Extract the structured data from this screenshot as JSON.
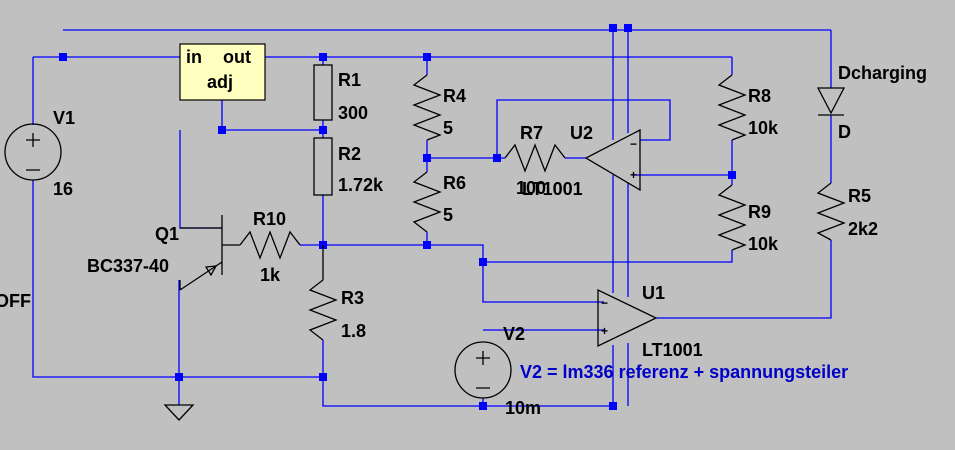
{
  "regulator": {
    "in_pin": "in",
    "out_pin": "out",
    "adj_pin": "adj"
  },
  "v1": {
    "name": "V1",
    "value": "16"
  },
  "v2": {
    "name": "V2",
    "value": "10m"
  },
  "r1": {
    "name": "R1",
    "value": "300"
  },
  "r2": {
    "name": "R2",
    "value": "1.72k"
  },
  "r3": {
    "name": "R3",
    "value": "1.8"
  },
  "r4": {
    "name": "R4",
    "value": "5"
  },
  "r5": {
    "name": "R5",
    "value": "2k2"
  },
  "r6": {
    "name": "R6",
    "value": "5"
  },
  "r7": {
    "name": "R7",
    "value": "100"
  },
  "r8": {
    "name": "R8",
    "value": "10k"
  },
  "r9": {
    "name": "R9",
    "value": "10k"
  },
  "r10": {
    "name": "R10",
    "value": "1k"
  },
  "q1": {
    "name": "Q1",
    "value": "BC337-40"
  },
  "u1": {
    "name": "U1",
    "value": "LT1001"
  },
  "u2": {
    "name": "U2",
    "value": "LT1001"
  },
  "diode": {
    "name": "Dcharging",
    "value": "D"
  },
  "edge_label": "OFF",
  "note": "V2 = lm336 referenz + spannungsteiler",
  "colors": {
    "background": "#c0c0c0",
    "wire": "#0000ff",
    "component": "#000000",
    "note": "#0000c8",
    "regulator_fill": "#ffffc0"
  }
}
